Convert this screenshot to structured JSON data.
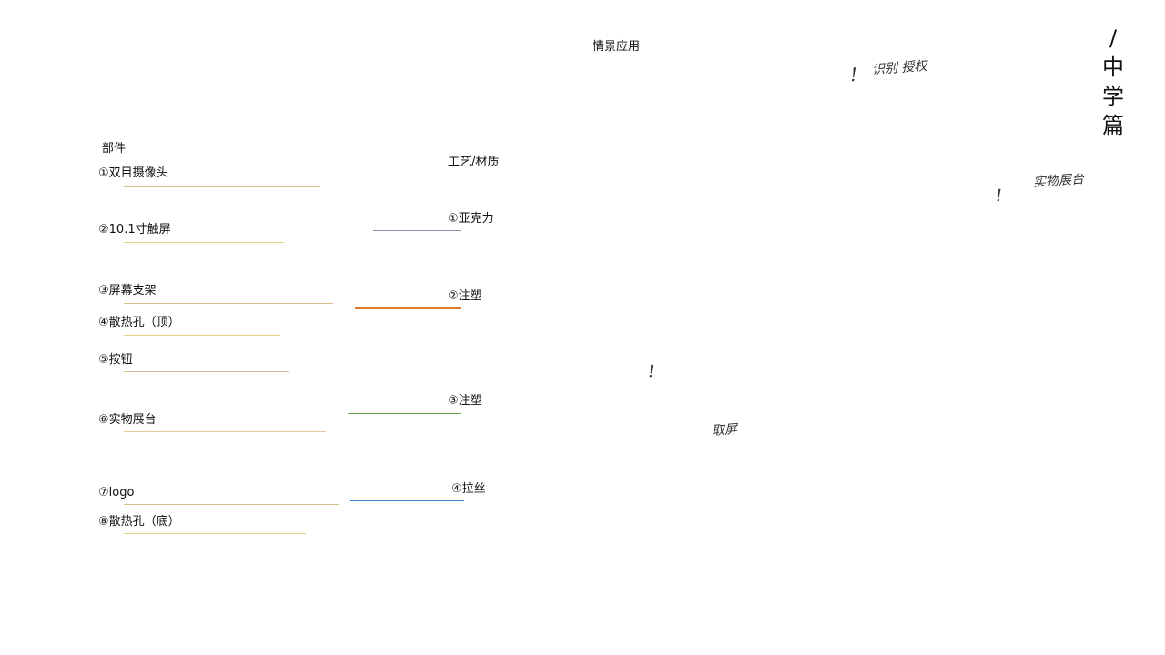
{
  "left": {
    "parts_heading": "部件",
    "parts": [
      {
        "label": "①双目摄像头"
      },
      {
        "label": "②10.1寸触屏"
      },
      {
        "label": "③屏幕支架"
      },
      {
        "label": "④散热孔（顶）"
      },
      {
        "label": "⑤按钮"
      },
      {
        "label": "⑥实物展台"
      },
      {
        "label": "⑦logo"
      },
      {
        "label": "⑧散热孔（底）"
      }
    ],
    "material_heading": "工艺/材质",
    "materials": [
      {
        "label": "①亚克力",
        "color": "#8a90a8"
      },
      {
        "label": "②注塑",
        "color": "#e07b30"
      },
      {
        "label": "③注塑",
        "color": "#6aa84f"
      },
      {
        "label": "④拉丝",
        "color": "#3d85c6"
      }
    ],
    "parts_line_color": "#d9bd8c",
    "screen_face_color": "#3fd0c8"
  },
  "right": {
    "scenario_heading": "情景应用",
    "section_title": [
      "/",
      "中",
      "学",
      "篇"
    ],
    "sketch_notes": [
      "!",
      "识别 授权",
      "实物展台",
      "!",
      "取屏",
      "!"
    ]
  }
}
